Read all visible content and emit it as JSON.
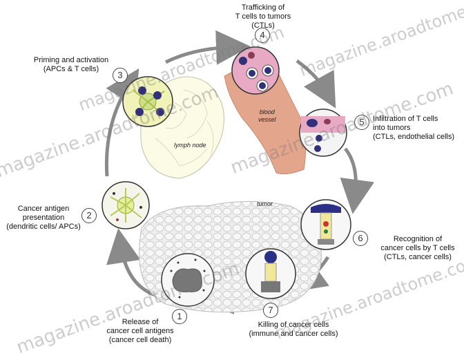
{
  "steps": [
    {
      "num": "1",
      "lines": [
        "Release of",
        "cancer cell antigens",
        "(cancer cell death)"
      ]
    },
    {
      "num": "2",
      "lines": [
        "Cancer antigen",
        "presentation",
        "(dendritic cells/ APCs)"
      ]
    },
    {
      "num": "3",
      "lines": [
        "Priming and activation",
        "(APCs & T cells)"
      ]
    },
    {
      "num": "4",
      "lines": [
        "Trafficking of",
        "T cells to tumors",
        "(CTLs)"
      ]
    },
    {
      "num": "5",
      "lines": [
        "Infiltration of T cells",
        "into tumors",
        "(CTLs, endothelial cells)"
      ]
    },
    {
      "num": "6",
      "lines": [
        "Recognition of",
        "cancer cells by T cells",
        "(CTLs, cancer cells)"
      ]
    },
    {
      "num": "7",
      "lines": [
        "Killing of cancer cells",
        "(immune and cancer cells)"
      ]
    }
  ],
  "regions": {
    "lymph_node": "lymph node",
    "blood_vessel": [
      "blood",
      "vessel"
    ],
    "tumor": "tumor"
  },
  "watermarks": [
    "magazine.aroadtome.com",
    "magazine.aroadtome.com",
    "magazine.aroadtome.com",
    "magazine.aroadtome.com",
    "magazine.aroadtome.com",
    "magazine.aroadtome.com"
  ],
  "colors": {
    "arrow": "#8a8a8a",
    "vessel": "#e3a58c",
    "lymph": "#fbfbe6",
    "tumor": "#e8e8e8"
  }
}
